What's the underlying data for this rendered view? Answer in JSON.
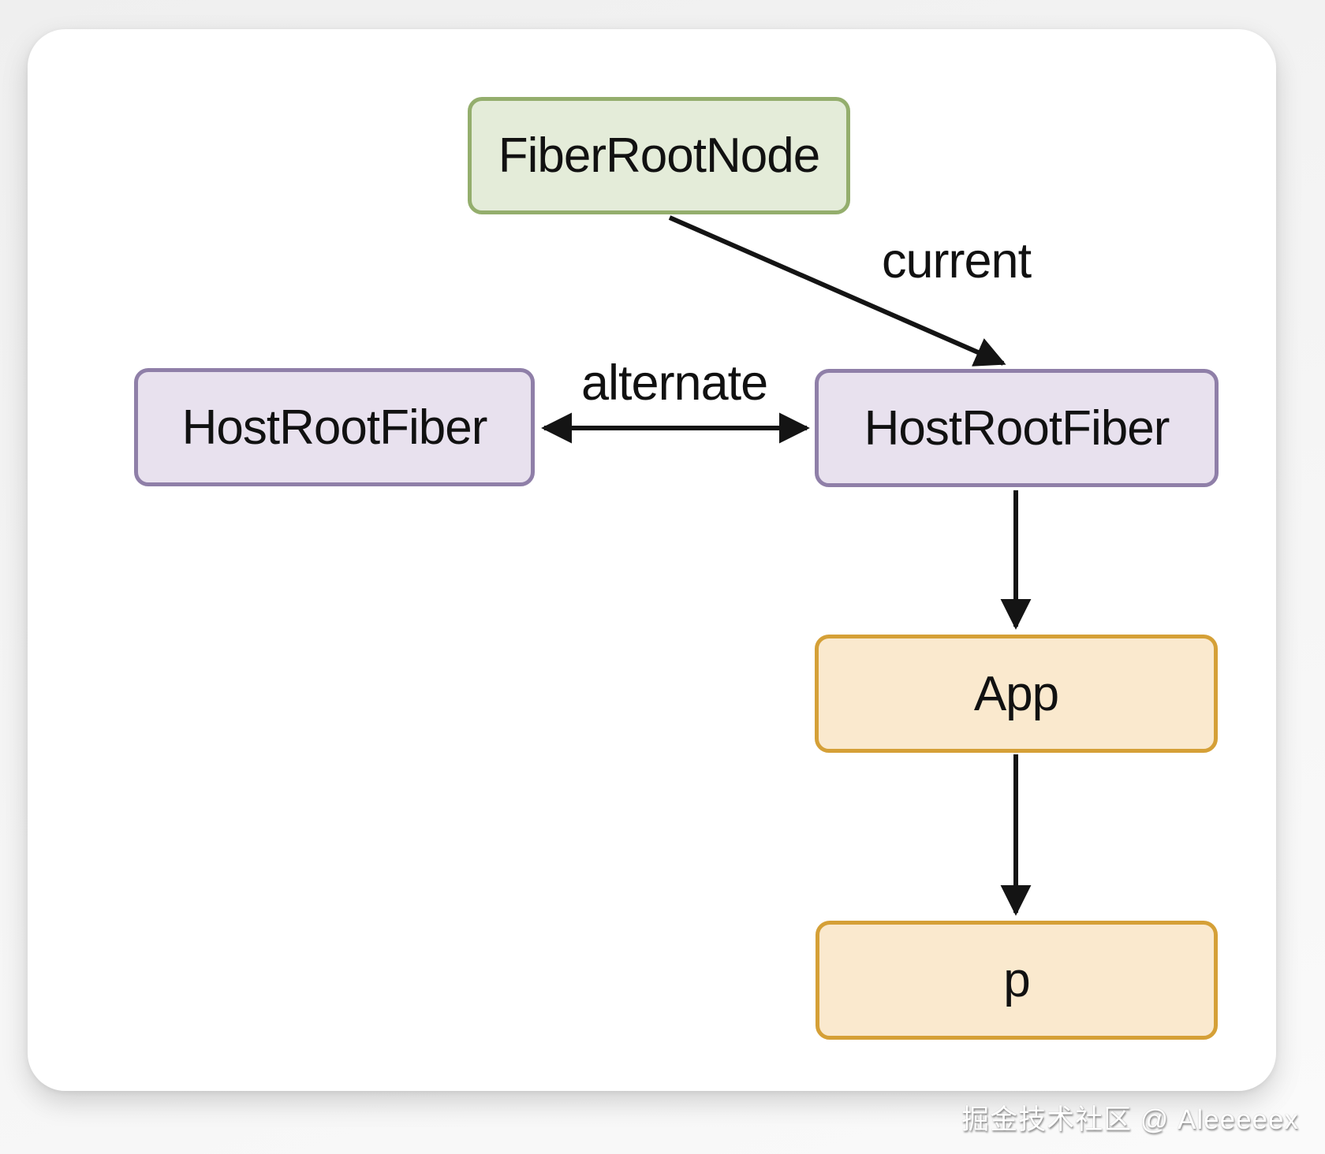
{
  "diagram": {
    "nodes": [
      {
        "id": "fiber-root-node",
        "label": "FiberRootNode",
        "fill": "#e4ecd9",
        "border": "#94ae6d"
      },
      {
        "id": "host-root-fiber-left",
        "label": "HostRootFiber",
        "fill": "#e8e1ee",
        "border": "#8f7fa8"
      },
      {
        "id": "host-root-fiber-right",
        "label": "HostRootFiber",
        "fill": "#e8e1ee",
        "border": "#8f7fa8"
      },
      {
        "id": "app",
        "label": "App",
        "fill": "#fae9ce",
        "border": "#d5a037"
      },
      {
        "id": "p",
        "label": "p",
        "fill": "#fae9ce",
        "border": "#d5a037"
      }
    ],
    "edges": {
      "current": {
        "label": "current"
      },
      "alternate": {
        "label": "alternate"
      }
    },
    "line_color": "#141414"
  },
  "watermark": {
    "text": "掘金技术社区 @ Aleeeeex"
  }
}
